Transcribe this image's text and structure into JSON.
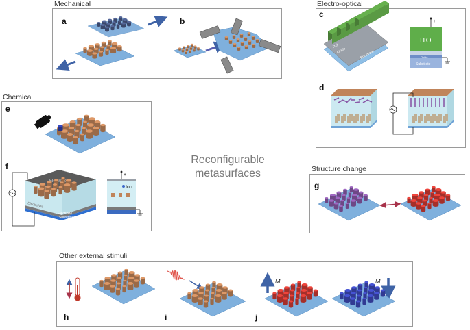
{
  "center_title": [
    "Reconfigurable",
    "metasurfaces"
  ],
  "sections": {
    "mechanical": "Mechanical",
    "electro_optical": "Electro-optical",
    "chemical": "Chemical",
    "structure_change": "Structure change",
    "other": "Other external stimuli"
  },
  "panel_labels": {
    "a": "a",
    "b": "b",
    "c": "c",
    "d": "d",
    "e": "e",
    "f": "f",
    "g": "g",
    "h": "h",
    "i": "i",
    "j": "j"
  },
  "labels": {
    "ito": "ITO",
    "oxide": "Oxide",
    "substrate": "Substrate",
    "electrode": "Electrode",
    "electrolyte": "Electrolyte",
    "ion": "Ion",
    "plus": "+",
    "magnet_m": "M"
  },
  "colors": {
    "substrate": "#7fb0dd",
    "pillar": "#c0845a",
    "arrow": "#3f63a6",
    "ito_green": "#5a9a44",
    "red_pillar": "#cf3b33",
    "blue_pillar": "#3d48b8",
    "purple": "#8a5aa8"
  }
}
